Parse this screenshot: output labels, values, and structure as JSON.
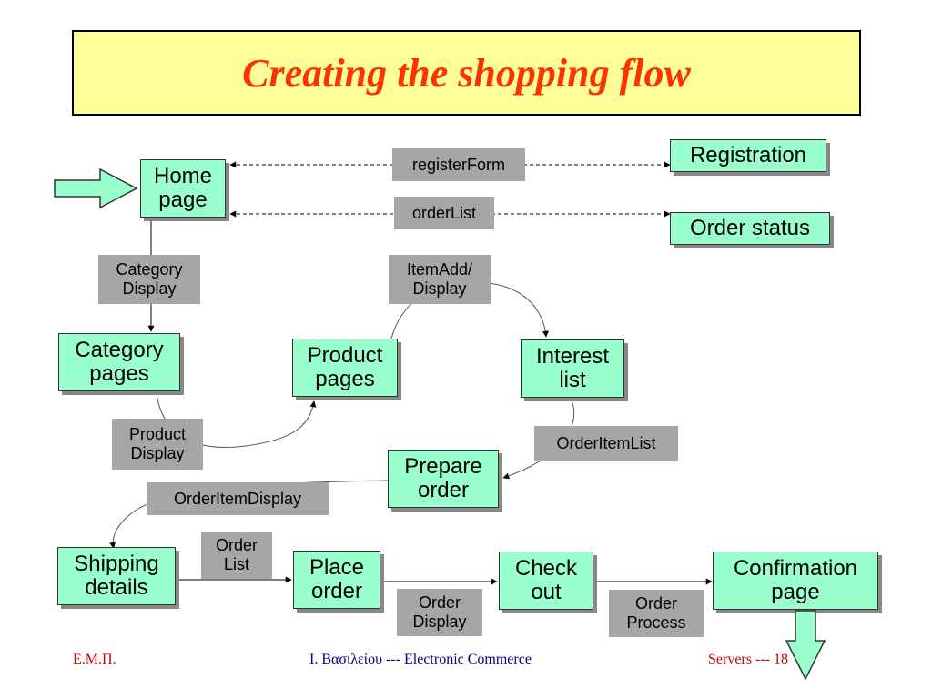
{
  "title": "Creating the shopping flow",
  "nodes": {
    "home": "Home\npage",
    "registration": "Registration",
    "order_status": "Order status",
    "category_pages": "Category\npages",
    "product_pages": "Product\npages",
    "interest_list": "Interest\nlist",
    "prepare_order": "Prepare\norder",
    "shipping_details": "Shipping\ndetails",
    "place_order": "Place\norder",
    "check_out": "Check\nout",
    "confirmation_page": "Confirmation\npage"
  },
  "labels": {
    "register_form": "registerForm",
    "order_list": "orderList",
    "category_display": "Category\nDisplay",
    "item_add_display": "ItemAdd/\nDisplay",
    "product_display": "Product\nDisplay",
    "order_item_list": "OrderItemList",
    "order_item_display": "OrderItemDisplay",
    "order_list_2": "Order\nList",
    "order_display": "Order\nDisplay",
    "order_process": "Order\nProcess"
  },
  "footer": {
    "left": "Ε.Μ.Π.",
    "center": "Ι. Βασιλείου ---  Electronic Commerce",
    "right": "Servers  ---  18"
  },
  "colors": {
    "title_bg": "#ffff99",
    "title_text": "#ff3300",
    "node_bg": "#99ffcc",
    "label_bg": "#a6a6a6",
    "footer_red": "#cc0000",
    "footer_blue": "#000080"
  }
}
